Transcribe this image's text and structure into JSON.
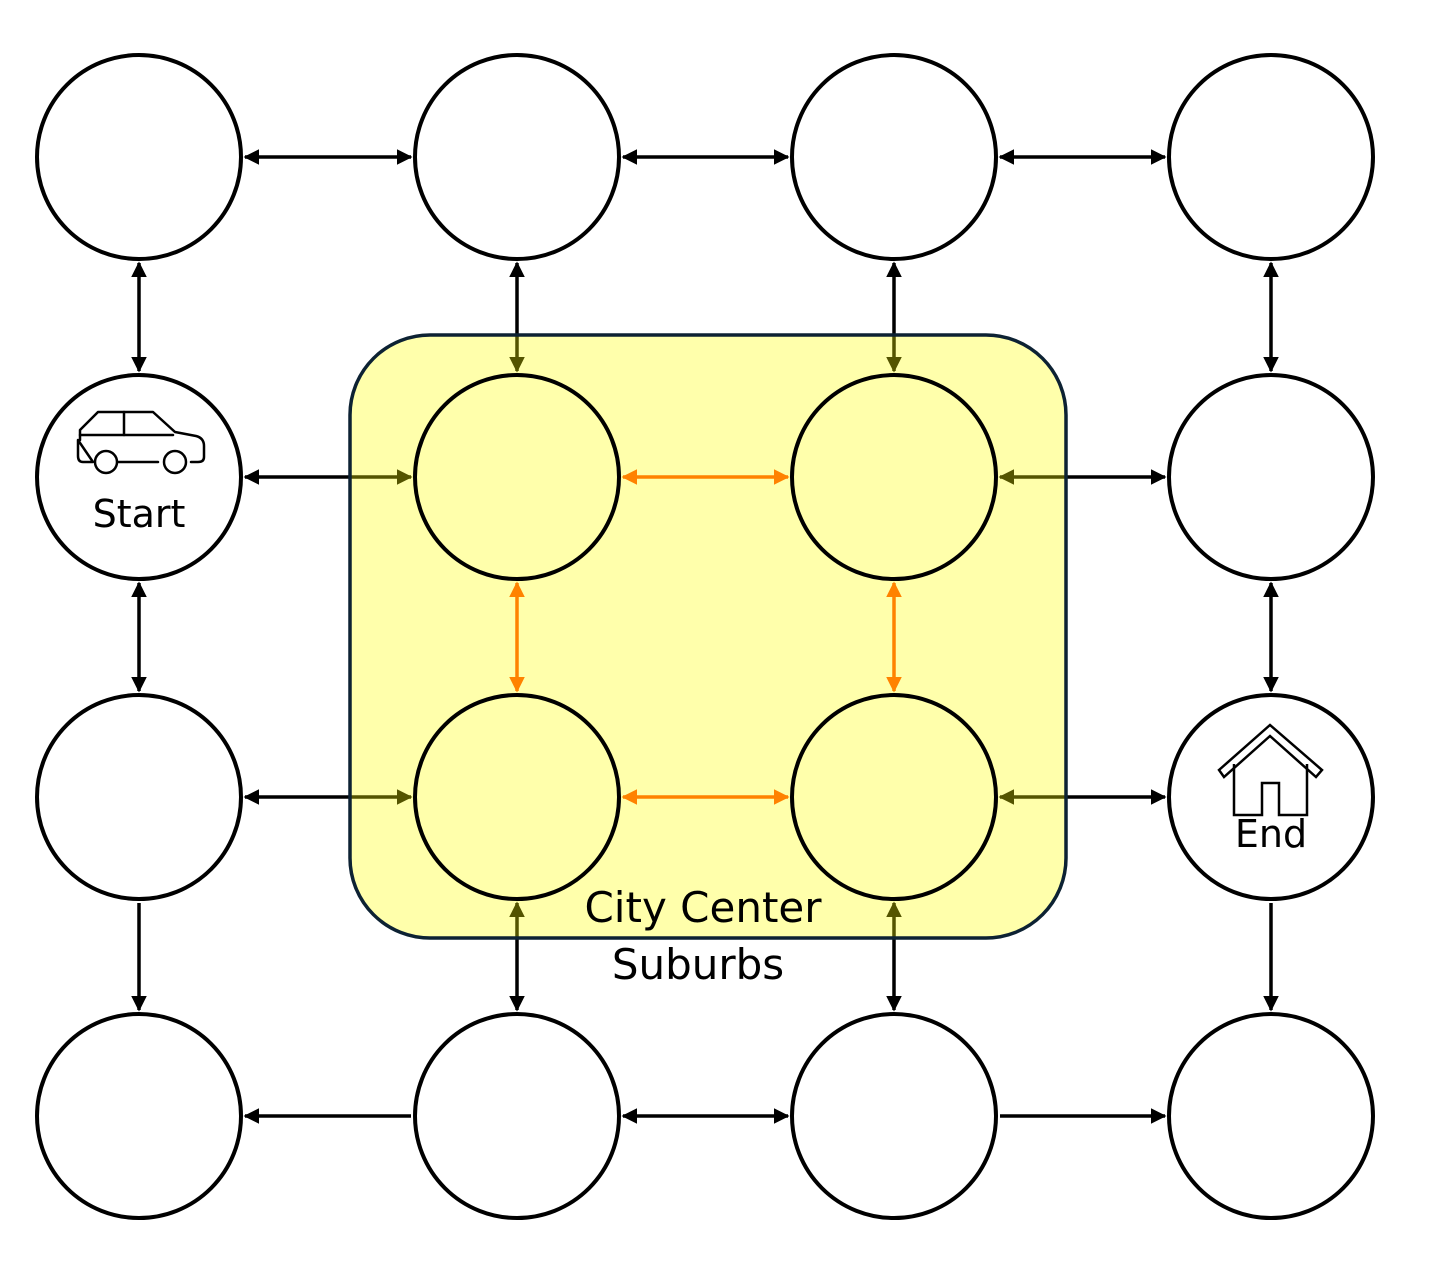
{
  "region": {
    "title": "City Center",
    "outside_label": "Suburbs",
    "fill_color": "#ffffaa",
    "stroke_color": "#0d2233"
  },
  "colors": {
    "edge": "#000000",
    "city_edge": "#ff4500",
    "node_stroke": "#000000"
  },
  "nodes": [
    {
      "id": "r0c0",
      "row": 0,
      "col": 0
    },
    {
      "id": "r0c1",
      "row": 0,
      "col": 1
    },
    {
      "id": "r0c2",
      "row": 0,
      "col": 2
    },
    {
      "id": "r0c3",
      "row": 0,
      "col": 3
    },
    {
      "id": "r1c0",
      "row": 1,
      "col": 0,
      "label": "Start",
      "icon": "car-icon"
    },
    {
      "id": "r1c1",
      "row": 1,
      "col": 1,
      "city": true
    },
    {
      "id": "r1c2",
      "row": 1,
      "col": 2,
      "city": true
    },
    {
      "id": "r1c3",
      "row": 1,
      "col": 3
    },
    {
      "id": "r2c0",
      "row": 2,
      "col": 0
    },
    {
      "id": "r2c1",
      "row": 2,
      "col": 1,
      "city": true
    },
    {
      "id": "r2c2",
      "row": 2,
      "col": 2,
      "city": true
    },
    {
      "id": "r2c3",
      "row": 2,
      "col": 3,
      "label": "End",
      "icon": "house-icon"
    },
    {
      "id": "r3c0",
      "row": 3,
      "col": 0
    },
    {
      "id": "r3c1",
      "row": 3,
      "col": 1
    },
    {
      "id": "r3c2",
      "row": 3,
      "col": 2
    },
    {
      "id": "r3c3",
      "row": 3,
      "col": 3
    }
  ],
  "edges": [
    {
      "from": "r0c0",
      "to": "r0c1",
      "direction": "both"
    },
    {
      "from": "r0c1",
      "to": "r0c2",
      "direction": "both"
    },
    {
      "from": "r0c2",
      "to": "r0c3",
      "direction": "both"
    },
    {
      "from": "r1c0",
      "to": "r1c1",
      "direction": "both"
    },
    {
      "from": "r1c1",
      "to": "r1c2",
      "direction": "both",
      "city": true
    },
    {
      "from": "r1c2",
      "to": "r1c3",
      "direction": "both"
    },
    {
      "from": "r2c0",
      "to": "r2c1",
      "direction": "both"
    },
    {
      "from": "r2c1",
      "to": "r2c2",
      "direction": "both",
      "city": true
    },
    {
      "from": "r2c2",
      "to": "r2c3",
      "direction": "both"
    },
    {
      "from": "r3c0",
      "to": "r3c1",
      "direction": "to-from"
    },
    {
      "from": "r3c1",
      "to": "r3c2",
      "direction": "both"
    },
    {
      "from": "r3c2",
      "to": "r3c3",
      "direction": "forward"
    },
    {
      "from": "r0c0",
      "to": "r1c0",
      "direction": "both"
    },
    {
      "from": "r1c0",
      "to": "r2c0",
      "direction": "both"
    },
    {
      "from": "r2c0",
      "to": "r3c0",
      "direction": "forward"
    },
    {
      "from": "r0c1",
      "to": "r1c1",
      "direction": "both"
    },
    {
      "from": "r1c1",
      "to": "r2c1",
      "direction": "both",
      "city": true
    },
    {
      "from": "r2c1",
      "to": "r3c1",
      "direction": "both"
    },
    {
      "from": "r0c2",
      "to": "r1c2",
      "direction": "both"
    },
    {
      "from": "r1c2",
      "to": "r2c2",
      "direction": "both",
      "city": true
    },
    {
      "from": "r2c2",
      "to": "r3c2",
      "direction": "both"
    },
    {
      "from": "r0c3",
      "to": "r1c3",
      "direction": "both"
    },
    {
      "from": "r1c3",
      "to": "r2c3",
      "direction": "both"
    },
    {
      "from": "r2c3",
      "to": "r3c3",
      "direction": "forward"
    }
  ]
}
